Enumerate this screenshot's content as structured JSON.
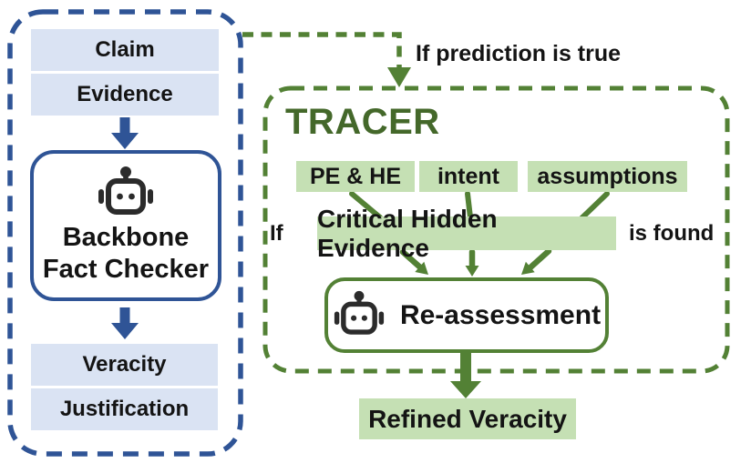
{
  "colors": {
    "accent_blue": "#2F5496",
    "light_blue": "#DAE3F3",
    "accent_green": "#538135",
    "light_green": "#C5E0B4",
    "tracer_title_green": "#44682A",
    "robot_dark": "#2B2B2B"
  },
  "backbone_panel": {
    "claim": "Claim",
    "evidence": "Evidence",
    "checker_line1": "Backbone",
    "checker_line2": "Fact Checker",
    "veracity": "Veracity",
    "justification": "Justification"
  },
  "connector": {
    "label": "If prediction is true"
  },
  "tracer": {
    "title": "TRACER",
    "inputs": [
      "PE & HE",
      "intent",
      "assumptions"
    ],
    "condition_prefix": "If",
    "hidden_evidence": "Critical Hidden Evidence",
    "condition_suffix": "is found",
    "reassessment": "Re-assessment"
  },
  "output": {
    "refined_veracity": "Refined Veracity"
  }
}
